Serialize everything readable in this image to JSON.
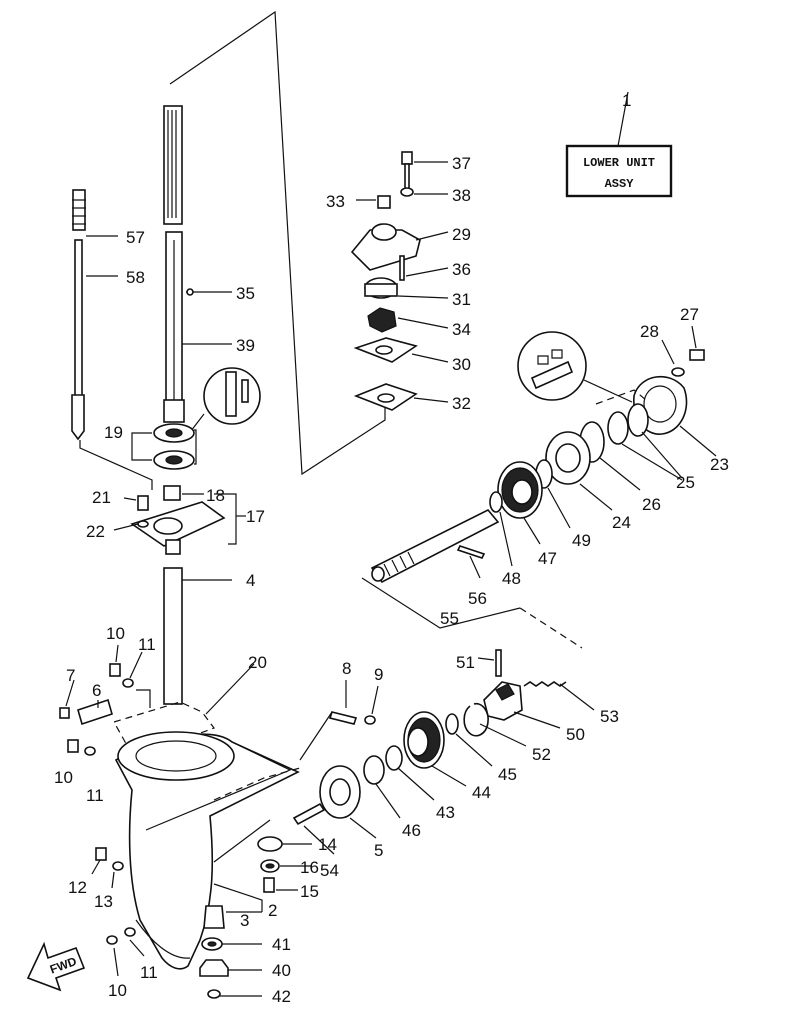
{
  "assembly_box": {
    "line1": "LOWER UNIT",
    "line2": "ASSY",
    "number": "1"
  },
  "fwd_label": "FWD",
  "part_numbers": {
    "p2": "2",
    "p3": "3",
    "p4": "4",
    "p5": "5",
    "p6": "6",
    "p7": "7",
    "p8": "8",
    "p9": "9",
    "p10a": "10",
    "p10b": "10",
    "p10c": "10",
    "p11a": "11",
    "p11b": "11",
    "p11c": "11",
    "p12": "12",
    "p13": "13",
    "p14": "14",
    "p15": "15",
    "p16": "16",
    "p17": "17",
    "p18": "18",
    "p19": "19",
    "p20": "20",
    "p21": "21",
    "p22": "22",
    "p23": "23",
    "p24": "24",
    "p25": "25",
    "p26": "26",
    "p27": "27",
    "p28": "28",
    "p29": "29",
    "p30": "30",
    "p31": "31",
    "p32": "32",
    "p33": "33",
    "p34": "34",
    "p35": "35",
    "p36": "36",
    "p37": "37",
    "p38": "38",
    "p39": "39",
    "p40": "40",
    "p41": "41",
    "p42": "42",
    "p43": "43",
    "p44": "44",
    "p45": "45",
    "p46": "46",
    "p47": "47",
    "p48": "48",
    "p49": "49",
    "p50": "50",
    "p51": "51",
    "p52": "52",
    "p53": "53",
    "p54": "54",
    "p55": "55",
    "p56": "56",
    "p57": "57",
    "p58": "58"
  }
}
